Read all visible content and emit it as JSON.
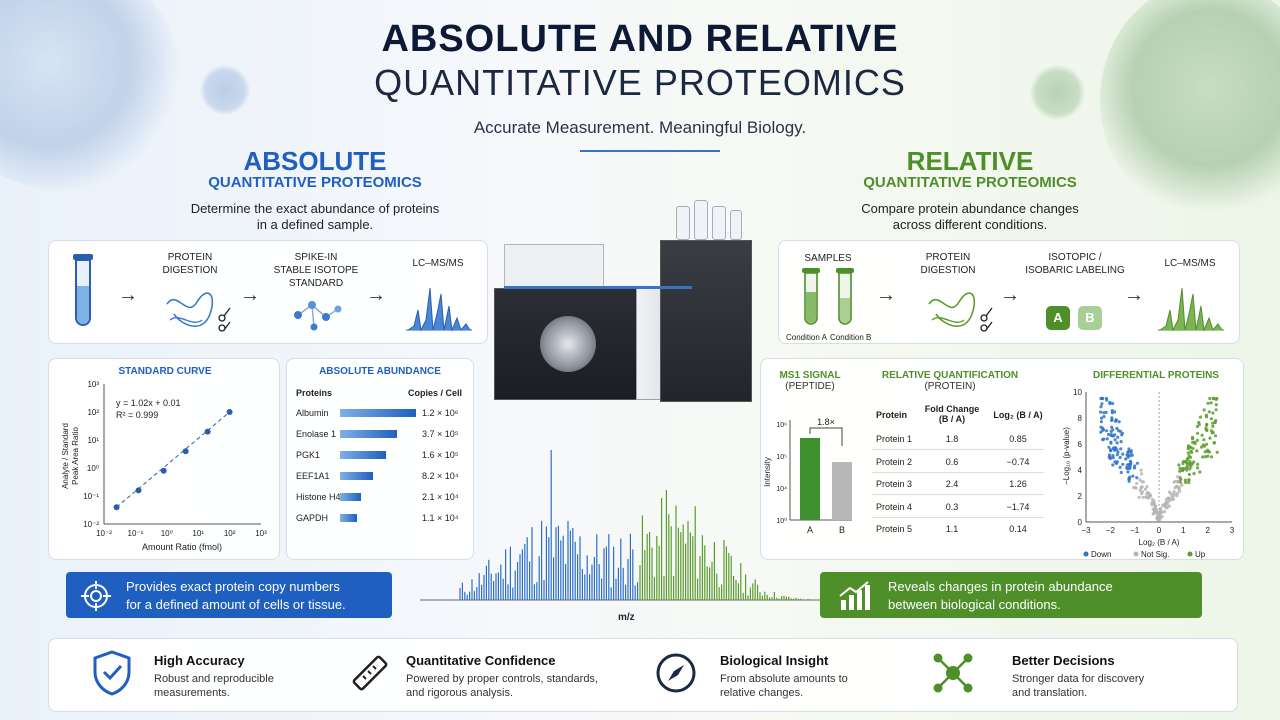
{
  "header": {
    "title_line1": "ABSOLUTE AND RELATIVE",
    "title_line2": "QUANTITATIVE PROTEOMICS",
    "tagline": "Accurate Measurement. Meaningful Biology."
  },
  "absolute": {
    "title": "ABSOLUTE",
    "subtitle": "QUANTITATIVE PROTEOMICS",
    "desc_line1": "Determine the exact abundance of proteins",
    "desc_line2": "in a defined sample.",
    "steps": [
      {
        "label_line1": "PROTEIN",
        "label_line2": "DIGESTION"
      },
      {
        "label_line1": "SPIKE-IN",
        "label_line2": "STABLE ISOTOPE",
        "label_line3": "STANDARD"
      },
      {
        "label_line1": "LC–MS/MS"
      }
    ],
    "banner_line1": "Provides exact protein copy numbers",
    "banner_line2": "for a defined amount of cells or tissue."
  },
  "relative": {
    "title": "RELATIVE",
    "subtitle": "QUANTITATIVE PROTEOMICS",
    "desc_line1": "Compare protein abundance changes",
    "desc_line2": "across different conditions.",
    "steps": [
      {
        "label_line1": "SAMPLES"
      },
      {
        "label_line1": "PROTEIN",
        "label_line2": "DIGESTION"
      },
      {
        "label_line1": "ISOTOPIC /",
        "label_line2": "ISOBARIC LABELING"
      },
      {
        "label_line1": "LC–MS/MS"
      }
    ],
    "tube_labels": [
      "Condition A",
      "Condition B"
    ],
    "label_tags": [
      "A",
      "B"
    ],
    "banner_line1": "Reveals changes in protein abundance",
    "banner_line2": "between biological conditions."
  },
  "standard_curve": {
    "title": "STANDARD CURVE",
    "equation": "y = 1.02x + 0.01",
    "r2": "R² = 0.999",
    "ylabel_line1": "Analyte / Standard",
    "ylabel_line2": "Peak Area Ratio",
    "xlabel": "Amount Ratio (fmol)",
    "y_ticks": [
      "10³",
      "10²",
      "10¹",
      "10⁰",
      "10⁻¹",
      "10⁻²"
    ],
    "x_ticks": [
      "10⁻²",
      "10⁻¹",
      "10⁰",
      "10¹",
      "10²",
      "10³"
    ],
    "points": [
      [
        -1.6,
        -1.4
      ],
      [
        -0.9,
        -0.8
      ],
      [
        -0.1,
        -0.1
      ],
      [
        0.6,
        0.6
      ],
      [
        1.3,
        1.3
      ],
      [
        2.0,
        2.0
      ]
    ]
  },
  "abundance": {
    "title": "ABSOLUTE ABUNDANCE",
    "col_protein": "Proteins",
    "col_copies": "Copies / Cell",
    "rows": [
      {
        "name": "Albumin",
        "copies": "1.2 × 10⁶",
        "value": 1.0
      },
      {
        "name": "Enolase 1",
        "copies": "3.7 × 10⁵",
        "value": 0.75
      },
      {
        "name": "PGK1",
        "copies": "1.6 × 10⁵",
        "value": 0.6
      },
      {
        "name": "EEF1A1",
        "copies": "8.2 × 10⁴",
        "value": 0.44
      },
      {
        "name": "Histone H4",
        "copies": "2.1 × 10⁴",
        "value": 0.28
      },
      {
        "name": "GAPDH",
        "copies": "1.1 × 10⁴",
        "value": 0.22
      }
    ]
  },
  "ms1": {
    "title_line1": "MS1 SIGNAL",
    "title_line2": "(PEPTIDE)",
    "ylabel": "Intensity",
    "y_ticks": [
      "10⁶",
      "10⁵",
      "10⁴",
      "10⁰"
    ],
    "fold": "1.8×",
    "bars": [
      {
        "label": "A",
        "value": 0.82,
        "color": "#3e8f2e"
      },
      {
        "label": "B",
        "value": 0.58,
        "color": "#b7b7b7"
      }
    ]
  },
  "rel_quant": {
    "title_line1": "RELATIVE QUANTIFICATION",
    "title_line2": "(PROTEIN)",
    "col1": "Protein",
    "col2_line1": "Fold Change",
    "col2_line2": "(B / A)",
    "col3": "Log₂ (B / A)",
    "rows": [
      {
        "p": "Protein 1",
        "fc": "1.8",
        "log": "0.85"
      },
      {
        "p": "Protein 2",
        "fc": "0.6",
        "log": "−0.74"
      },
      {
        "p": "Protein 3",
        "fc": "2.4",
        "log": "1.26"
      },
      {
        "p": "Protein 4",
        "fc": "0.3",
        "log": "−1.74"
      },
      {
        "p": "Protein 5",
        "fc": "1.1",
        "log": "0.14"
      }
    ]
  },
  "volcano": {
    "title": "DIFFERENTIAL PROTEINS",
    "ylabel": "−Log₁₀ (p-value)",
    "xlabel": "Log₂ (B / A)",
    "x_ticks": [
      "−3",
      "−2",
      "−1",
      "0",
      "1",
      "2",
      "3"
    ],
    "y_ticks": [
      "10",
      "8",
      "6",
      "4",
      "2",
      "0"
    ],
    "legend": [
      {
        "label": "Down",
        "color": "#2f74c8"
      },
      {
        "label": "Not Sig.",
        "color": "#b5b5b5"
      },
      {
        "label": "Up",
        "color": "#5a9c2e"
      }
    ]
  },
  "spectrum": {
    "xlabel": "m/z"
  },
  "features": [
    {
      "title": "High Accuracy",
      "desc_line1": "Robust and reproducible",
      "desc_line2": "measurements.",
      "icon": "shield-check-icon"
    },
    {
      "title": "Quantitative Confidence",
      "desc_line1": "Powered by proper controls, standards,",
      "desc_line2": "and rigorous analysis.",
      "icon": "ruler-icon"
    },
    {
      "title": "Biological Insight",
      "desc_line1": "From absolute amounts to",
      "desc_line2": "relative changes.",
      "icon": "compass-icon"
    },
    {
      "title": "Better Decisions",
      "desc_line1": "Stronger data for discovery",
      "desc_line2": "and translation.",
      "icon": "network-icon"
    }
  ],
  "colors": {
    "blue": "#1f5fbf",
    "green": "#4f8f2a",
    "navy": "#0e1a35"
  }
}
